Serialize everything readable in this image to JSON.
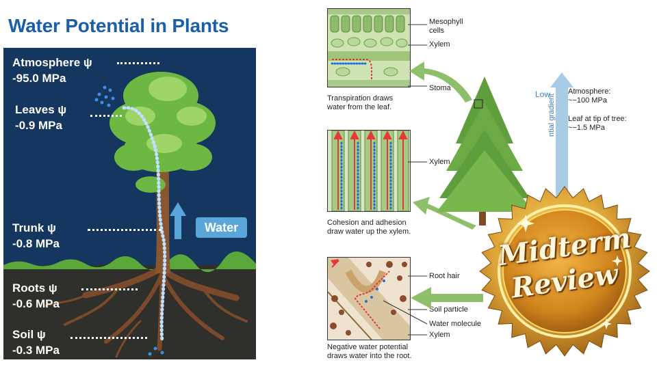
{
  "title": "Water Potential in Plants",
  "left_panel": {
    "levels": [
      {
        "name": "Atmosphere ψ",
        "value": "-95.0 MPa"
      },
      {
        "name": "Leaves ψ",
        "value": "-0.9 MPa"
      },
      {
        "name": "Trunk ψ",
        "value": "-0.8 MPa"
      },
      {
        "name": "Roots ψ",
        "value": "-0.6 MPa"
      },
      {
        "name": "Soil ψ",
        "value": "-0.3 MPa"
      }
    ],
    "water_label": "Water"
  },
  "right_diagram": {
    "leaf_labels": [
      "Mesophyll",
      "cells",
      "Xylem",
      "Stoma"
    ],
    "leaf_caption": [
      "Transpiration draws",
      "water from the leaf."
    ],
    "stem_label": "Xylem",
    "stem_caption": [
      "Cohesion and adhesion",
      "draw water up the xylem."
    ],
    "root_labels": [
      "Root hair",
      "Soil particle",
      "Water molecule",
      "Xylem"
    ],
    "root_caption": [
      "Negative water potential",
      "draws water into the root."
    ],
    "gradient": {
      "low_label": "Low",
      "axis_fragment": "ntial gradient",
      "atmosphere": [
        "Atmosphere:",
        "~−100 MPa"
      ],
      "leaf": [
        "Leaf at tip of tree:",
        "~−1.5 MPa"
      ]
    }
  },
  "badge": {
    "line1": "Midterm",
    "line2": "Review"
  },
  "colors": {
    "title": "#1b5fa8",
    "panel_bg": "#14365f",
    "water_tag": "#5aa6da",
    "badge_gold": "#d29a2c",
    "gradient_arrow": "#a9cce6"
  }
}
